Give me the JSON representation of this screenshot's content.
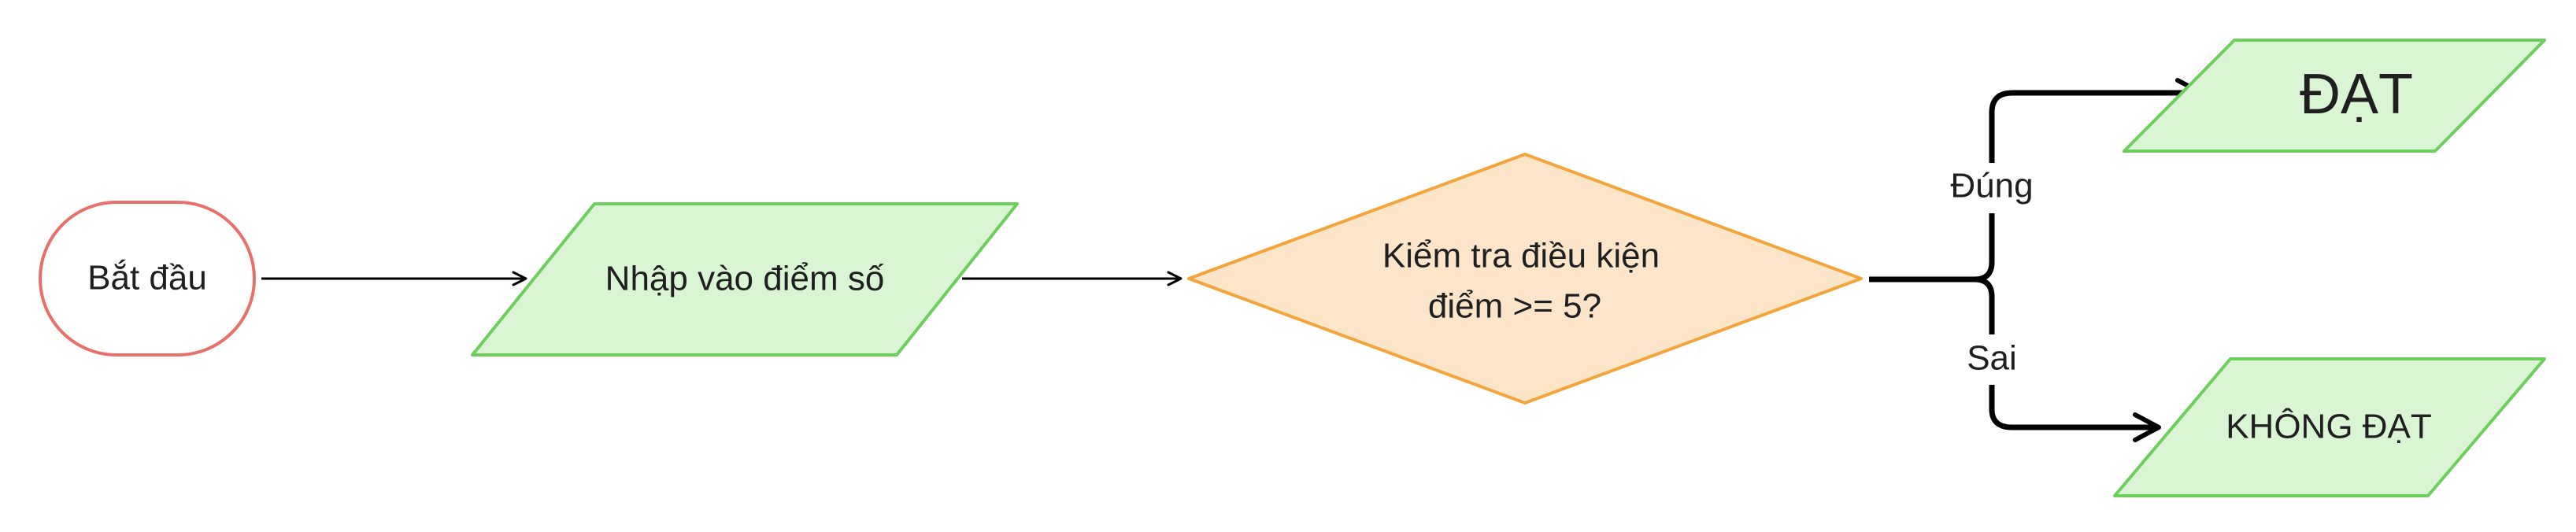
{
  "nodes": {
    "start": {
      "label": "Bắt đầu",
      "shape": "terminator"
    },
    "input": {
      "label": "Nhập vào điểm số",
      "shape": "parallelogram"
    },
    "decision": {
      "label_line1": "Kiểm tra điều kiện",
      "label_line2": "điểm >= 5?",
      "shape": "diamond"
    },
    "pass": {
      "label": "ĐẠT",
      "shape": "parallelogram"
    },
    "fail": {
      "label": "KHÔNG ĐẠT",
      "shape": "parallelogram"
    }
  },
  "edges": {
    "yes_label": "Đúng",
    "no_label": "Sai"
  },
  "colors": {
    "terminator_stroke": "#e8706b",
    "io_fill": "#d9f5d3",
    "io_stroke": "#6ccf5c",
    "decision_fill": "#fde5c9",
    "decision_stroke": "#f4a43a",
    "arrow": "#000000"
  }
}
